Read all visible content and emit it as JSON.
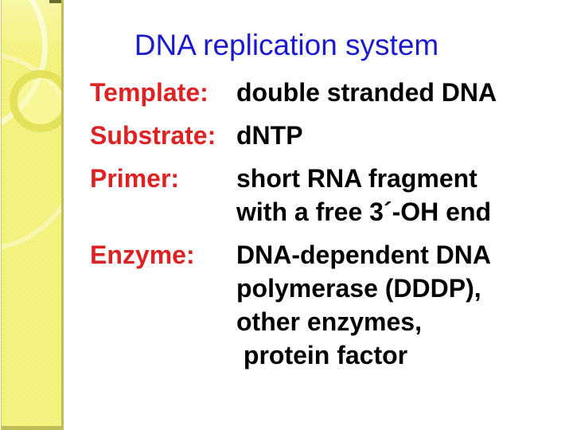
{
  "slide": {
    "title": "DNA replication system",
    "rows": [
      {
        "label": "Template:",
        "value_lines": [
          "double stranded DNA"
        ]
      },
      {
        "label": "Substrate:",
        "value_lines": [
          "dNTP"
        ]
      },
      {
        "label": "Primer:",
        "value_lines": [
          "short RNA fragment",
          "with a free 3´-OH end"
        ]
      },
      {
        "label": "Enzyme:",
        "value_lines": [
          "DNA-dependent DNA",
          "polymerase (DDDP),",
          "other enzymes,",
          " protein factor"
        ]
      }
    ],
    "colors": {
      "title_blue": "#1b1bcd",
      "label_red": "#dc2222",
      "value_black": "#000000",
      "bar_yellow": "#f1f06f",
      "bar_yellow_light": "#f8f7a6",
      "bar_edge": "#bdbd5a",
      "bar_notch": "#6b6b2e",
      "ring_yellow": "#e4e25a"
    }
  }
}
